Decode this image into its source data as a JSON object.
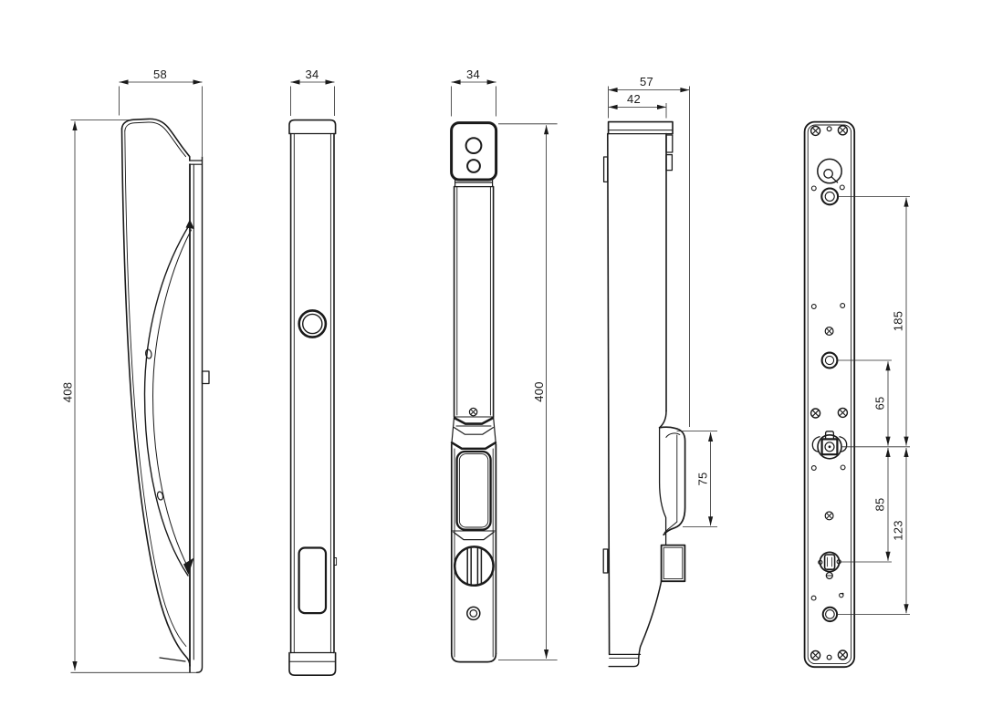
{
  "drawing": {
    "background": "#ffffff",
    "line_color": "#1a1a1a"
  },
  "dimensions": {
    "handle_side_width": "58",
    "handle_side_height": "408",
    "handle_front_width": "34",
    "body_front_width": "34",
    "body_front_height": "400",
    "body_side_overall_depth": "57",
    "body_side_depth": "42",
    "grip_height": "75",
    "plate_spacing_a": "185",
    "plate_spacing_b": "65",
    "plate_spacing_c": "85",
    "plate_spacing_d": "123"
  }
}
